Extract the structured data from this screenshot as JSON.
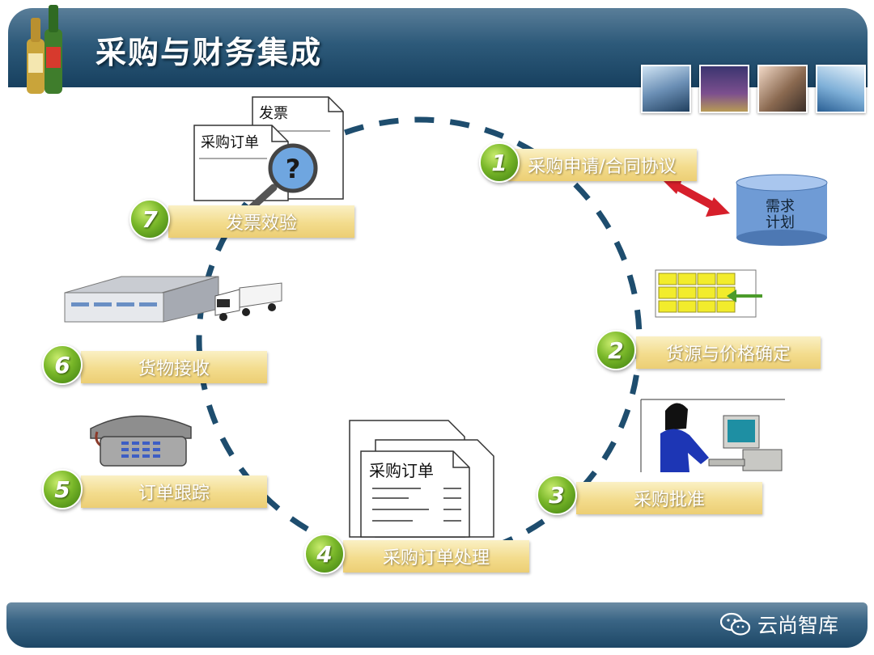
{
  "header": {
    "title": "采购与财务集成"
  },
  "steps": [
    {
      "num": "1",
      "label": "采购申请/合同协议"
    },
    {
      "num": "2",
      "label": "货源与价格确定"
    },
    {
      "num": "3",
      "label": "采购批准"
    },
    {
      "num": "4",
      "label": "采购订单处理"
    },
    {
      "num": "5",
      "label": "订单跟踪"
    },
    {
      "num": "6",
      "label": "货物接收"
    },
    {
      "num": "7",
      "label": "发票效验"
    }
  ],
  "documents": {
    "invoice": "发票",
    "po_small": "采购订单",
    "po_large": "采购订单"
  },
  "plan_cylinder": {
    "line1": "需求",
    "line2": "计划"
  },
  "footer": {
    "brand": "云尚智库"
  },
  "icons": {
    "logo": "beer-bottles-icon",
    "magnifier": "magnifier-question-icon",
    "warehouse": "warehouse-truck-icon",
    "telephone": "telephone-icon",
    "grid": "supplier-grid-icon",
    "person": "person-computer-icon",
    "arrow": "double-arrow-icon",
    "wechat": "wechat-icon"
  },
  "colors": {
    "header": "#1f4a6b",
    "label": "#f3dc8d",
    "badge": "#5fa11f",
    "dash": "#1e4d6e",
    "arrow": "#d61f2b"
  }
}
